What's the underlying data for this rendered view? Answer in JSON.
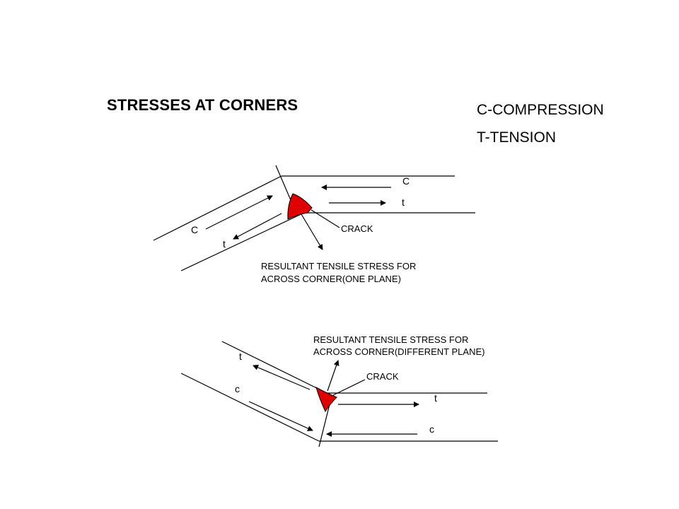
{
  "slide": {
    "title": "STRESSES AT CORNERS",
    "legend": [
      "C-COMPRESSION",
      "T-TENSION"
    ]
  },
  "diagram_top": {
    "labels": {
      "c_right": "C",
      "t_right": "t",
      "c_left": "C",
      "t_left": "t",
      "crack": "CRACK",
      "resultant_line1": "RESULTANT TENSILE STRESS FOR",
      "resultant_line2": "ACROSS CORNER(ONE PLANE)"
    }
  },
  "diagram_bottom": {
    "labels": {
      "t_left": "t",
      "c_left": "c",
      "t_right": "t",
      "c_right": "c",
      "crack": "CRACK",
      "resultant_line1": "RESULTANT TENSILE STRESS FOR",
      "resultant_line2": "ACROSS CORNER(DIFFERENT  PLANE)"
    }
  },
  "colors": {
    "crack_fill": "#e00000",
    "line": "#000000"
  }
}
